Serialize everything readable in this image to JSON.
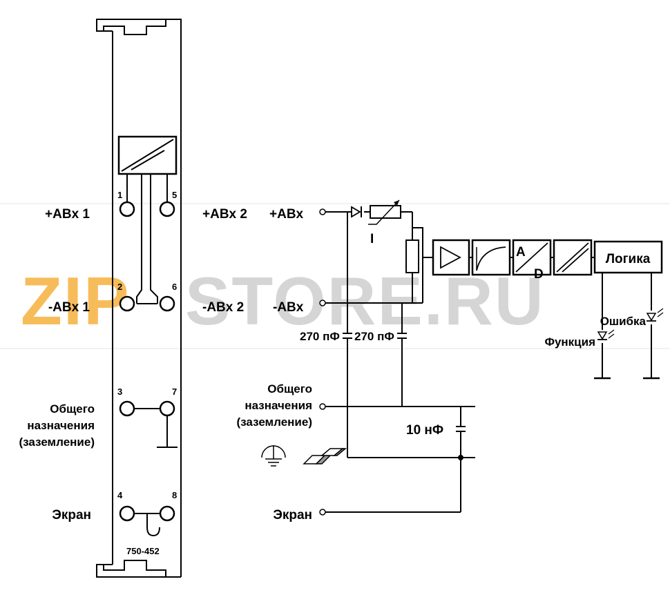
{
  "module": {
    "part_number": "750-452",
    "terminal_numbers": [
      "1",
      "5",
      "2",
      "6",
      "3",
      "7",
      "4",
      "8"
    ]
  },
  "left_labels": {
    "ain1_plus": "+ABx 1",
    "ain1_minus": "-ABx 1",
    "common_line1": "Общего",
    "common_line2": "назначения",
    "common_line3": "(заземление)",
    "shield": "Экран"
  },
  "right_labels": {
    "ain2_plus": "+ABx 2",
    "ain_plus": "+ABx",
    "ain2_minus": "-ABx 2",
    "ain_minus": "-ABx",
    "current_symbol": "I",
    "cap1": "270 пФ",
    "cap2": "270 пФ",
    "common_line1": "Общего",
    "common_line2": "назначения",
    "common_line3": "(заземление)",
    "cap3": "10 нФ",
    "shield": "Экран",
    "adc_a": "A",
    "adc_d": "D",
    "logic": "Логика",
    "error": "Ошибка",
    "function": "Функция"
  },
  "watermark": {
    "part1": "ZIP",
    "part2": "STORE.RU",
    "color1": "#f5a623",
    "color2": "#c8c8c8"
  }
}
